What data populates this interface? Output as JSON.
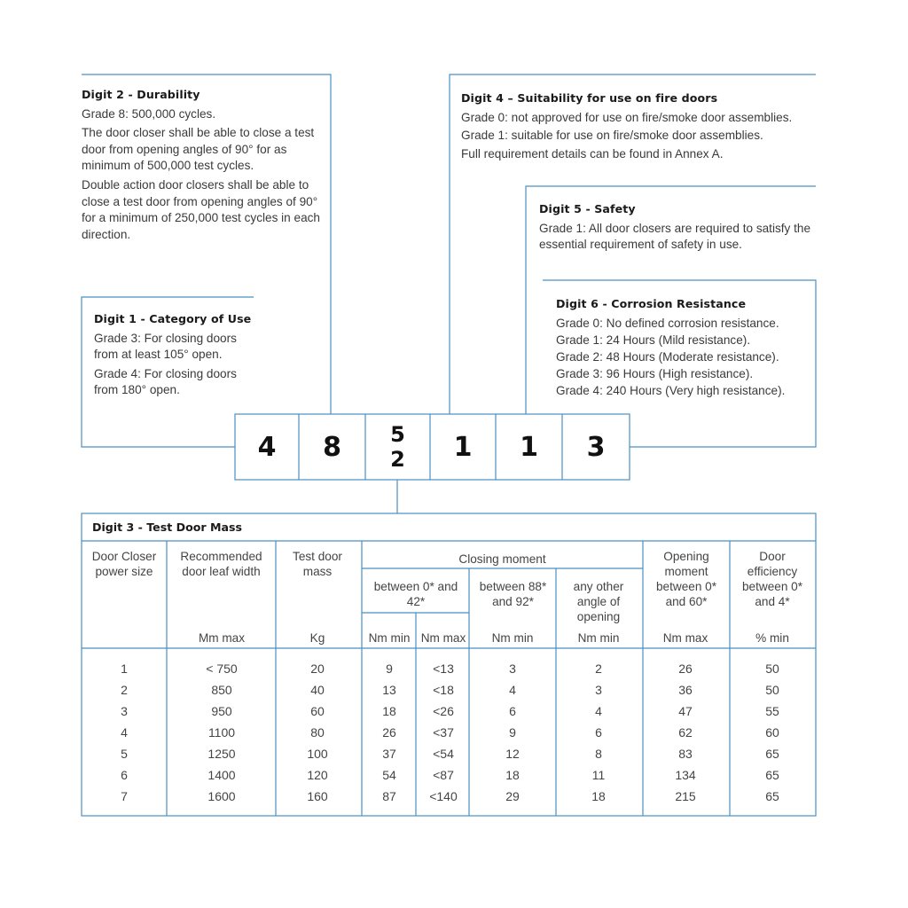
{
  "digit2": {
    "title": "Digit 2 - Durability",
    "lines": [
      "Grade 8: 500,000 cycles.",
      "The door closer shall be able to close a test door from opening angles of 90° for as minimum of 500,000 test cycles.",
      "Double action door closers shall be able to close a test door from opening angles of 90° for a minimum of 250,000 test cycles in each direction."
    ]
  },
  "digit4": {
    "title": "Digit 4 – Suitability for use on fire doors",
    "lines": [
      "Grade 0: not approved for use on fire/smoke door assemblies.",
      "Grade 1: suitable for use on fire/smoke door assemblies.",
      "Full requirement details can be found in Annex A."
    ]
  },
  "digit5": {
    "title": "Digit 5 - Safety",
    "lines": [
      "Grade 1: All door closers are required to satisfy the essential requirement of safety in use."
    ]
  },
  "digit1": {
    "title": "Digit 1 - Category of Use",
    "lines": [
      "Grade 3: For closing doors from at least 105° open.",
      "Grade 4: For closing doors from 180° open."
    ]
  },
  "digit6": {
    "title": "Digit 6 - Corrosion Resistance",
    "lines": [
      "Grade 0: No defined corrosion resistance.",
      "Grade 1: 24 Hours (Mild resistance).",
      "Grade 2: 48 Hours (Moderate resistance).",
      "Grade 3: 96 Hours (High resistance).",
      "Grade 4: 240 Hours (Very high resistance)."
    ]
  },
  "code": {
    "d1": "4",
    "d2": "8",
    "d3_top": "5",
    "d3_bottom": "2",
    "d4": "1",
    "d5": "1",
    "d6": "3"
  },
  "table": {
    "title": "Digit 3 - Test Door Mass",
    "headers": {
      "power_size": "Door Closer power size",
      "leaf_width": "Recommended door leaf width",
      "test_mass": "Test door mass",
      "closing_moment": "Closing moment",
      "between_0_42": "between 0* and 42*",
      "between_88_92": "between 88* and 92*",
      "any_other": "any other angle of opening",
      "opening_moment": "Opening moment between 0* and 60*",
      "efficiency": "Door efficiency between 0* and 4*"
    },
    "units": [
      "Mm max",
      "Kg",
      "Nm min",
      "Nm max",
      "Nm min",
      "Nm min",
      "Nm max",
      "% min"
    ],
    "rows": [
      [
        "1",
        "< 750",
        "20",
        "9",
        "<13",
        "3",
        "2",
        "26",
        "50"
      ],
      [
        "2",
        "850",
        "40",
        "13",
        "<18",
        "4",
        "3",
        "36",
        "50"
      ],
      [
        "3",
        "950",
        "60",
        "18",
        "<26",
        "6",
        "4",
        "47",
        "55"
      ],
      [
        "4",
        "1100",
        "80",
        "26",
        "<37",
        "9",
        "6",
        "62",
        "60"
      ],
      [
        "5",
        "1250",
        "100",
        "37",
        "<54",
        "12",
        "8",
        "83",
        "65"
      ],
      [
        "6",
        "1400",
        "120",
        "54",
        "<87",
        "18",
        "11",
        "134",
        "65"
      ],
      [
        "7",
        "1600",
        "160",
        "87",
        "<140",
        "29",
        "18",
        "215",
        "65"
      ]
    ]
  },
  "colors": {
    "line": "#4a90c2",
    "heading": "#1a1a1a",
    "text": "#3a3a3a"
  }
}
